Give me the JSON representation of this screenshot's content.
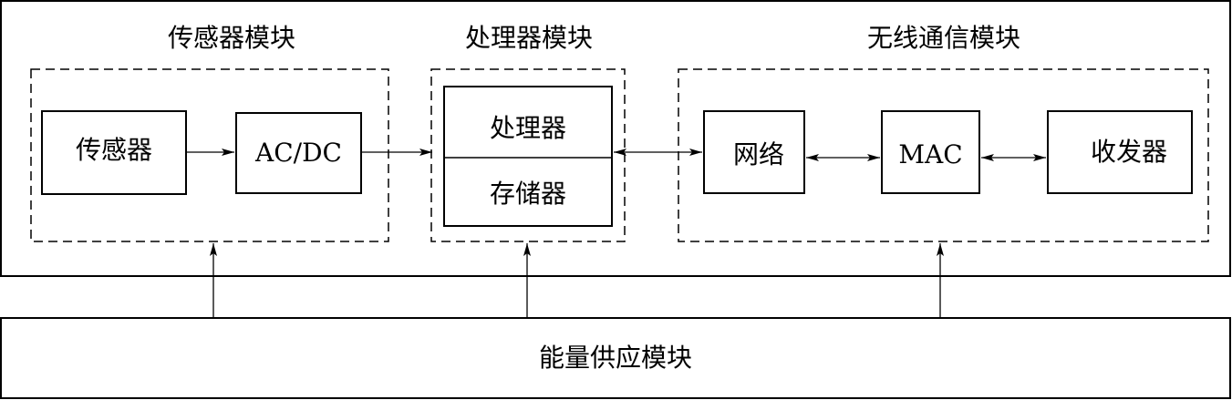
{
  "sensor_module": {
    "title": "传感器模块",
    "sensor_label": "传感器",
    "adc_label": "AC/DC"
  },
  "processor_module": {
    "title": "处理器模块",
    "processor_label": "处理器",
    "memory_label": "存储器"
  },
  "wireless_module": {
    "title": "无线通信模块",
    "network_label": "网络",
    "mac_label": "MAC",
    "transceiver_label": "收发器"
  },
  "power_module": {
    "label": "能量供应模块"
  }
}
